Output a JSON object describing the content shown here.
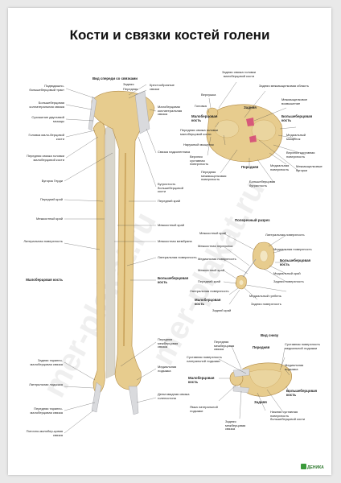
{
  "title": "Кости и связки костей голени",
  "watermark": "mer-plakat.ru",
  "logo_text": "ДЕНИКА",
  "colors": {
    "bone": "#e7cc8e",
    "bone_shade": "#c9a25a",
    "ligament": "#d9dadd",
    "cartilage": "#d7587a",
    "line": "#333333"
  },
  "anterior": {
    "heading": "Вид спереди со связками",
    "labels": [
      "Подвздошно-большеберцовый тракт",
      "Большеберцовая коллатеральная связка",
      "Сухожилие двуглавой мышцы",
      "Головка мало-берцовой кости",
      "Передняя связка головки малоберцовой кости",
      "Бугорок Герди",
      "Передний край",
      "Межкостный край",
      "Латеральная поверхность",
      "Малоберцовая кость",
      "Задняя таранно-малоберцовая связка",
      "Латеральная лодыжка",
      "Передняя таранно-малоберцовая связка",
      "Пяточно-малобер-цовая связка",
      "Задняя",
      "Передняя",
      "Крестообразные связки",
      "Малоберцовая коллатеральная связка",
      "Связка надколенника",
      "Бугристость большеберцовой кости",
      "Передний край",
      "Межкостный край",
      "Межкостная мембрана",
      "Латеральная поверхность",
      "Большеберцовая кость",
      "Передняя межберцовая связка",
      "Медиальная лодыжка",
      "Дельтовидная связка голеностопа"
    ]
  },
  "top_view": {
    "labels": [
      "Задняя связка головки малоберцовой кости",
      "Задняя межмыщелковая область",
      "Верхушка",
      "Головка",
      "Задняя",
      "Межмыщелковое возвышение",
      "Малоберцовая кость",
      "Большеберцовая кость",
      "Передняя связка головки малоберцовой кости",
      "Медиальный мыщелок",
      "Наружный мыщелок",
      "Верхняя суставная поверхность",
      "Верхняя суставная поверхность",
      "Передняя межмыщелковая поверхность",
      "Передняя",
      "Медиальная поверхность",
      "Межмыщелковые бугорки",
      "Большеберцовая бугристость"
    ]
  },
  "cross_section": {
    "heading": "Поперечный разрез",
    "labels": [
      "Межкостный край",
      "Латеральная поверхность",
      "Межкостная перепонка",
      "Медиальная поверхность",
      "Медиальная поверхность",
      "Большеберцовая кость",
      "Межкостный край",
      "Передний край",
      "Медиальный край",
      "Латеральная поверхность",
      "Задняя поверхность",
      "Малоберцовая кость",
      "Медиальный гребень",
      "Задний край",
      "Задняя поверхность"
    ]
  },
  "bottom_view": {
    "heading": "Вид снизу",
    "labels": [
      "Передняя межберцовая связка",
      "Передняя",
      "Суставная поверхность медиальной лодыжки",
      "Суставная поверхность латеральной лодыжки",
      "Медиальная лодыжка",
      "Малоберцовая кость",
      "Задняя",
      "Большеберцовая кость",
      "Ямка латеральной лодыжки",
      "Задняя межберцовая связка",
      "Нижняя суставная поверхность большеберцовой кости"
    ]
  }
}
